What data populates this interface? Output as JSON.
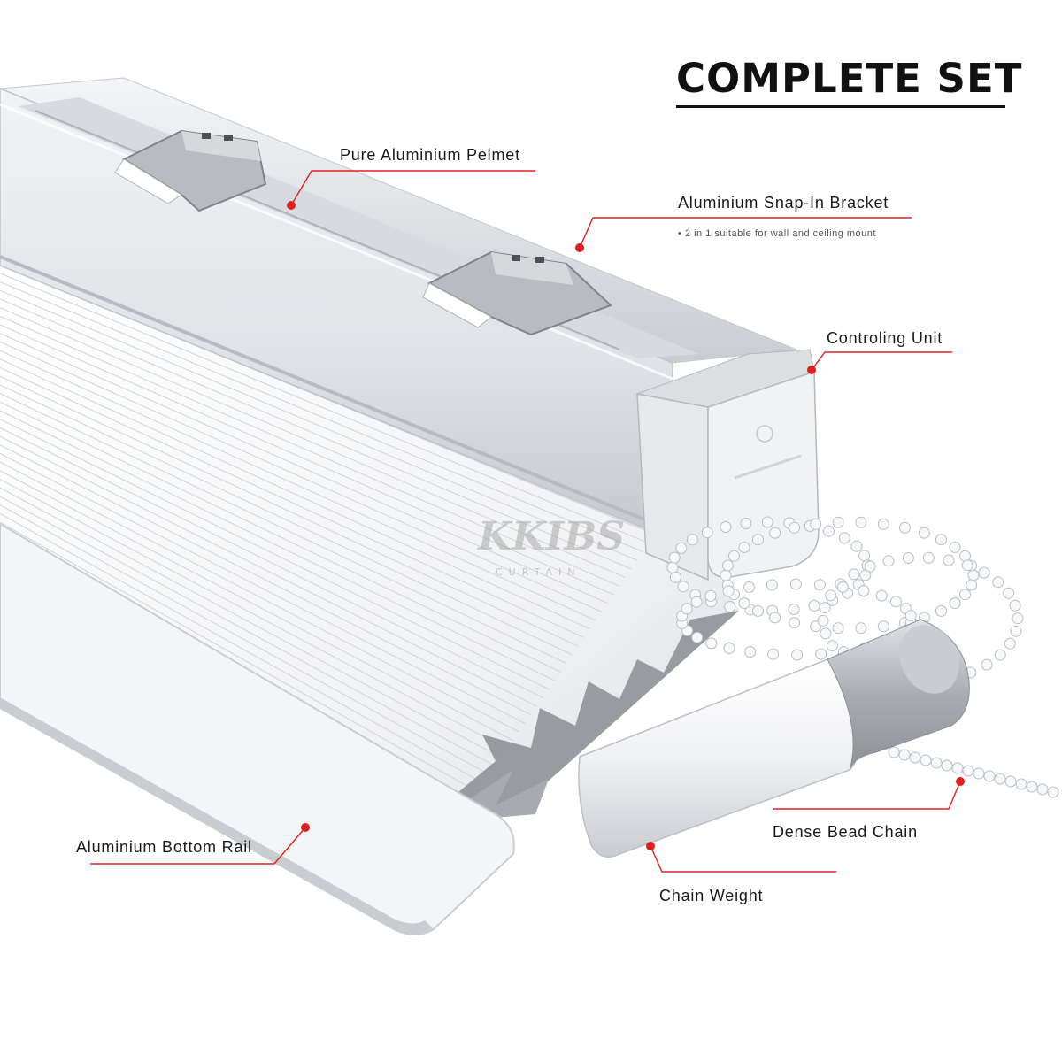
{
  "title": "COMPLETE SET",
  "watermark": {
    "brand": "KKIBS",
    "sub": "CURTAIN"
  },
  "labels": {
    "pelmet": "Pure Aluminium Pelmet",
    "bracket": "Aluminium Snap-In Bracket",
    "bracket_note": "• 2 in 1 suitable for wall and ceiling mount",
    "control": "Controling Unit",
    "bottom_rail": "Aluminium Bottom Rail",
    "bead_chain": "Dense Bead Chain",
    "chain_weight": "Chain Weight"
  },
  "colors": {
    "callout": "#e02020",
    "text": "#1a1a1a",
    "rail": "#e9ebee",
    "rail_shadow": "#b9bec5",
    "fabric_shadow": "#8a8d92",
    "cap_metal": "#b5b9bd"
  }
}
